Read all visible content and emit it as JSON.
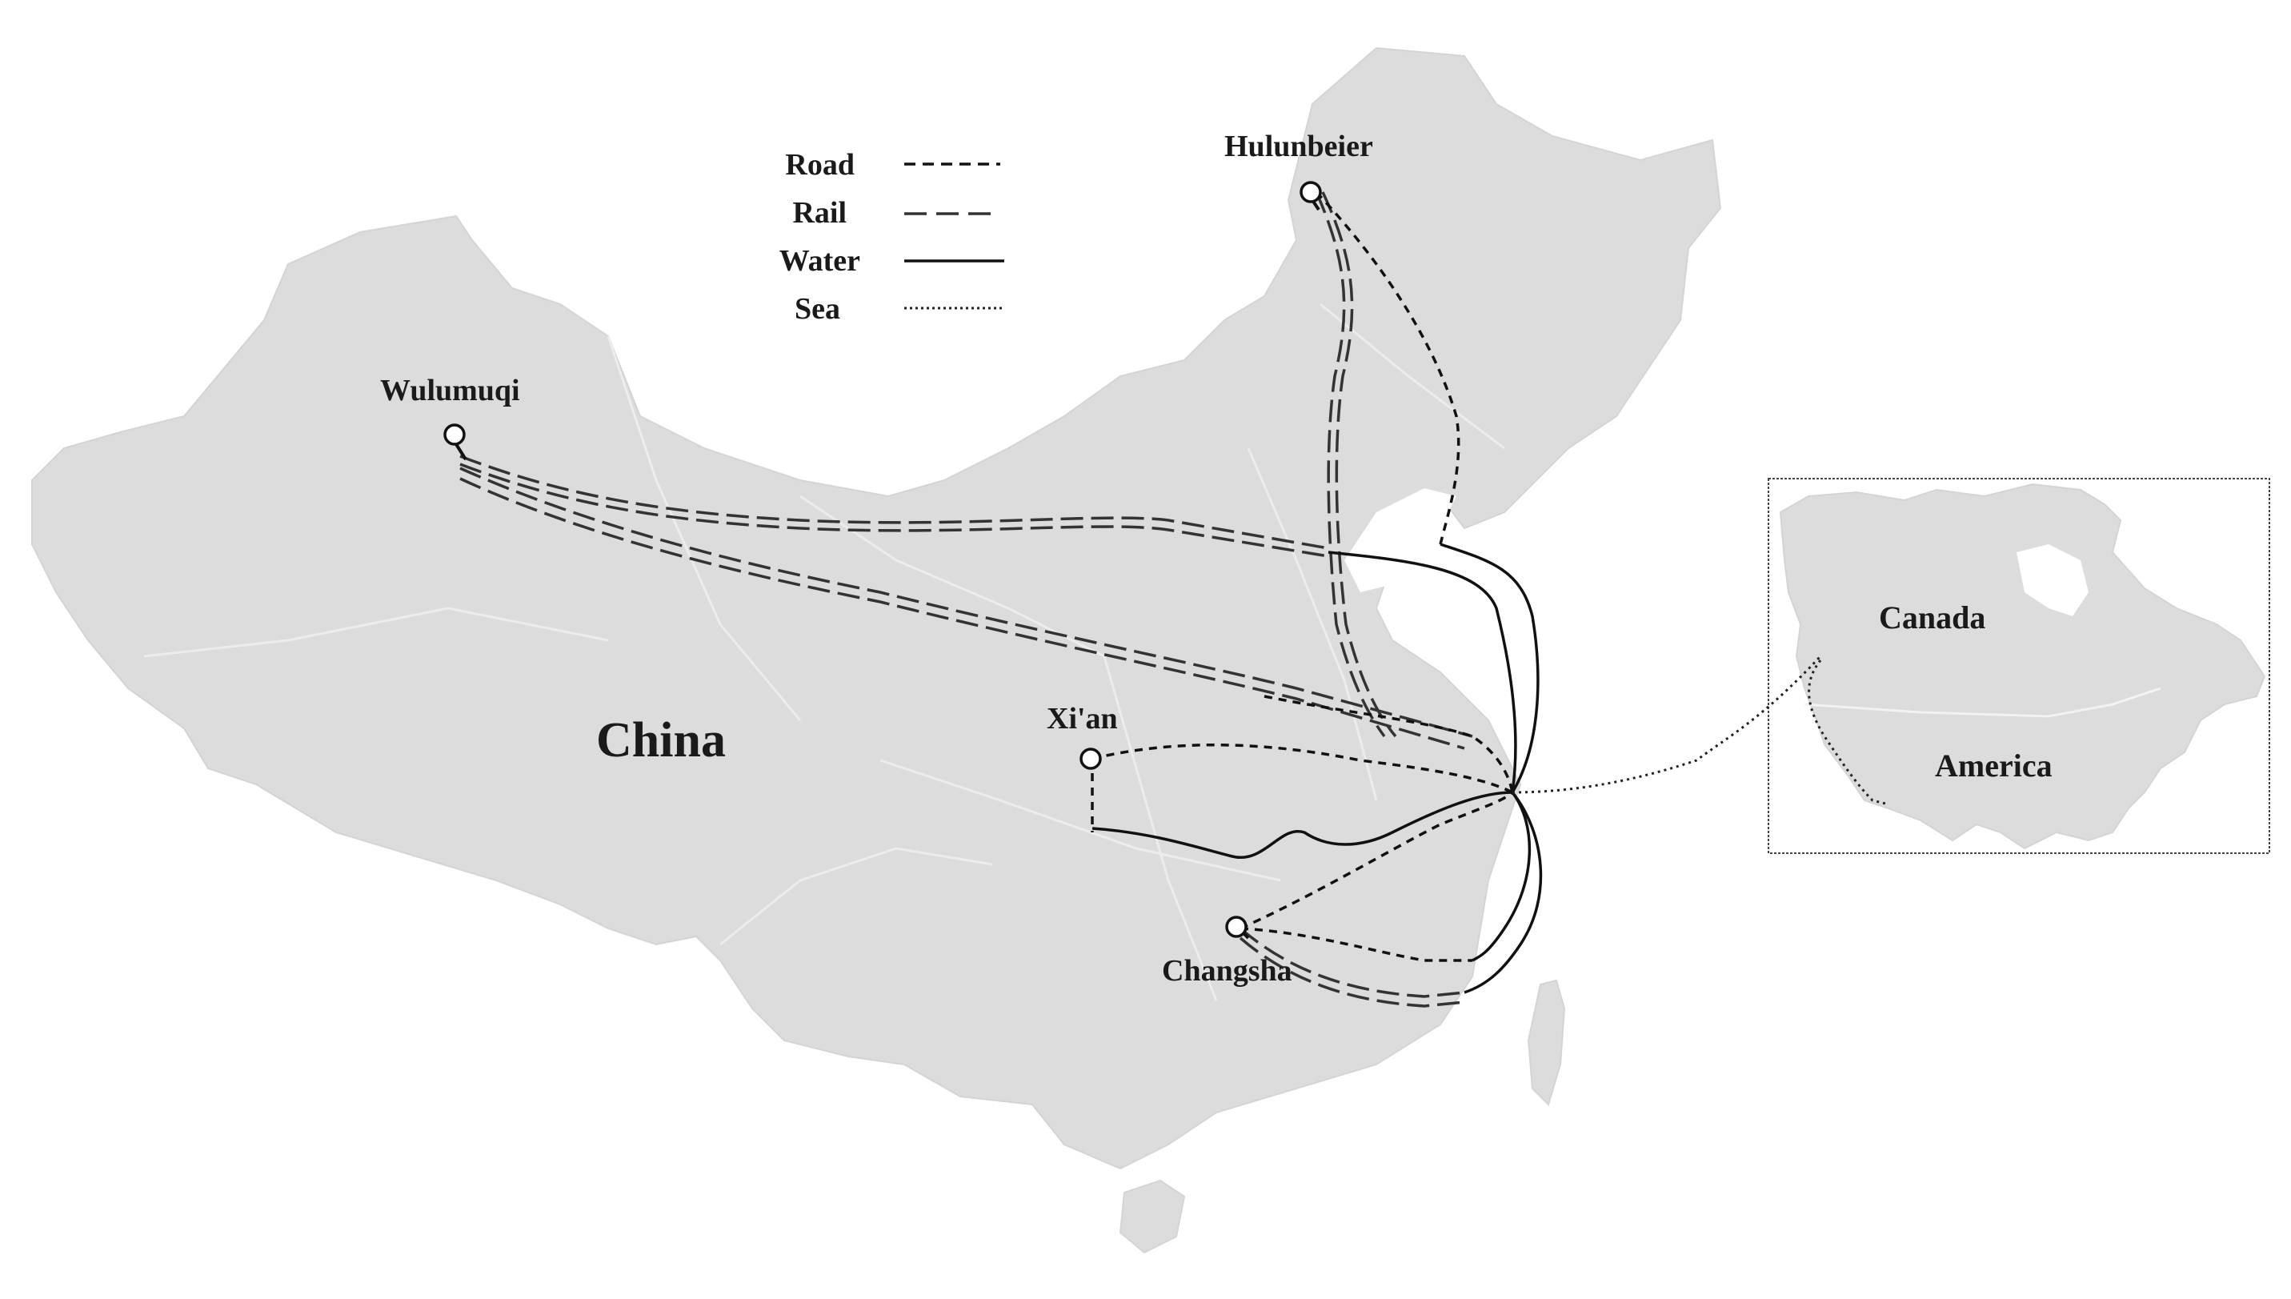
{
  "legend": {
    "items": [
      {
        "label": "Road",
        "style": "road"
      },
      {
        "label": "Rail",
        "style": "rail"
      },
      {
        "label": "Water",
        "style": "water"
      },
      {
        "label": "Sea",
        "style": "sea"
      }
    ]
  },
  "regions": {
    "china": "China",
    "canada": "Canada",
    "america": "America"
  },
  "cities": {
    "hulunbeier": "Hulunbeier",
    "wulumuqi": "Wulumuqi",
    "xian": "Xi'an",
    "changsha": "Changsha"
  },
  "colors": {
    "land": "#dcdcdc",
    "border": "#ececec",
    "route": "#111111",
    "rail": "#333333",
    "inset_frame": "#444444"
  },
  "icons": {
    "city_marker": "location-pin-icon"
  }
}
